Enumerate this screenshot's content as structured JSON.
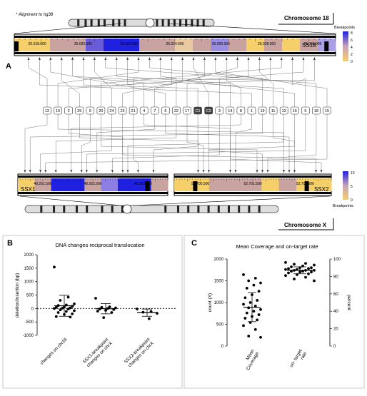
{
  "panel_a": {
    "letter": "A",
    "note": "* Alignment to hg38",
    "chr18_label": "Chromosome 18",
    "chrx_label": "Chromosome X",
    "ss18": {
      "gene": "SS18",
      "ticks": [
        "26.018.000",
        "26.020.000",
        "26.022.000",
        "26.024.000",
        "26.026.000",
        "26.028.000",
        "26.030.000"
      ]
    },
    "ssx1": {
      "gene": "SSX1",
      "ticks": [
        "48.261.500",
        "48.262.500",
        "48.263.500"
      ]
    },
    "ssx2": {
      "gene": "SSX2",
      "ticks": [
        "52.700.500",
        "52.701.500",
        "52.702.500"
      ]
    },
    "legend_top": {
      "title": "Breakpoints",
      "ticks": [
        "8",
        "6",
        "4",
        "2",
        "0"
      ]
    },
    "legend_bottom": {
      "title": "Breakpoints",
      "ticks": [
        "10",
        "5",
        "0"
      ]
    },
    "samples": [
      "12",
      "10",
      "2",
      "25",
      "9",
      "20",
      "24",
      "23",
      "21",
      "4",
      "7",
      "6",
      "22",
      "17",
      "C1",
      "C2",
      "3",
      "14",
      "8",
      "1",
      "19",
      "11",
      "13",
      "16",
      "5",
      "18",
      "15"
    ],
    "control_samples": [
      "C1",
      "C2"
    ],
    "colors": {
      "low": "#f5cf6a",
      "mid": "#c9a3a0",
      "high": "#2020e0"
    }
  },
  "panel_b": {
    "letter": "B",
    "chart_data": {
      "type": "scatter",
      "title": "DNA changes reciprocal translocation",
      "ylabel": "deletion/insertion (bp)",
      "xlabel": "",
      "ylim": [
        -1000,
        2000
      ],
      "yticks": [
        -1000,
        -500,
        0,
        500,
        1000,
        1500,
        2000
      ],
      "categories": [
        "changes on chr18",
        "SSX1-breakpoint changes on chrX",
        "SSX2-breakpoint changes on chrX"
      ],
      "series": [
        {
          "values": [
            1540,
            420,
            300,
            170,
            130,
            110,
            80,
            60,
            40,
            20,
            10,
            0,
            -20,
            -50,
            -80,
            -110,
            -150,
            -200,
            -220,
            -300,
            -320
          ]
        },
        {
          "values": [
            380,
            60,
            40,
            20,
            0,
            -20,
            -40,
            -70,
            -100,
            -150,
            -340
          ]
        },
        {
          "values": [
            -20,
            -110,
            -140,
            -180,
            -380
          ]
        }
      ],
      "summary": [
        {
          "mean": 100,
          "sd_low": -290,
          "sd_high": 490
        },
        {
          "mean": -10,
          "sd_low": -200,
          "sd_high": 180
        },
        {
          "mean": -150,
          "sd_low": -290,
          "sd_high": -20
        }
      ]
    }
  },
  "panel_c": {
    "letter": "C",
    "chart_data": {
      "type": "scatter",
      "title": "Mean Coverage and on-target rate",
      "ylabel": "count (X)",
      "y2label": "percent",
      "ylim": [
        0,
        2000
      ],
      "yticks": [
        0,
        500,
        1000,
        1500,
        2000
      ],
      "y2lim": [
        0,
        100
      ],
      "y2ticks": [
        0,
        20,
        40,
        60,
        80,
        100
      ],
      "categories": [
        "Mean Coverage",
        "on- target rate"
      ],
      "series": [
        {
          "axis": "left",
          "values": [
            1640,
            1560,
            1500,
            1450,
            1400,
            1330,
            1260,
            1180,
            1110,
            1050,
            1000,
            960,
            920,
            880,
            840,
            800,
            760,
            720,
            680,
            640,
            600,
            540,
            470,
            380,
            230,
            200
          ]
        },
        {
          "axis": "right",
          "values": [
            96,
            95,
            94,
            93,
            92,
            91,
            90,
            90,
            89,
            89,
            88,
            88,
            87,
            87,
            87,
            86,
            86,
            85,
            85,
            84,
            83,
            82,
            81,
            79,
            77,
            75
          ]
        }
      ],
      "summary": [
        {
          "mean": 890,
          "sd_low": 560,
          "sd_high": 1230
        },
        {
          "mean": 87,
          "sd_low": 83,
          "sd_high": 91
        }
      ]
    }
  }
}
